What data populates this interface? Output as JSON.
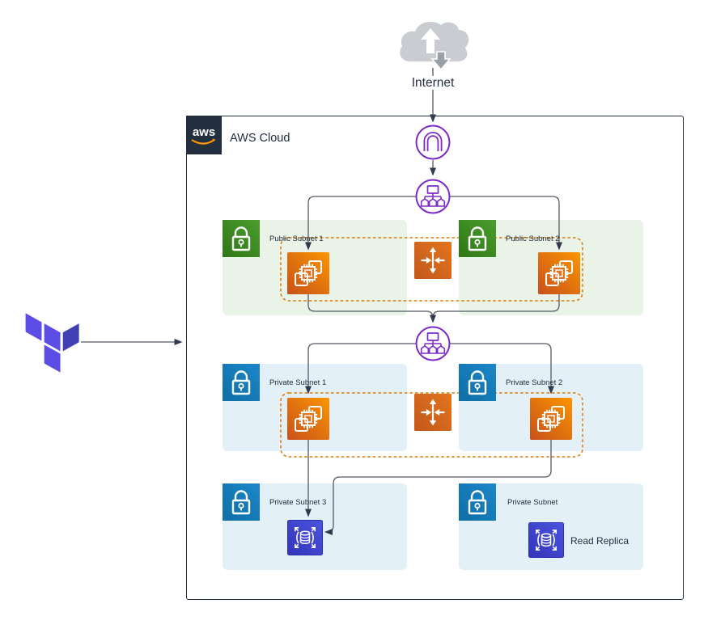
{
  "labels": {
    "internet": "Internet",
    "aws_cloud": "AWS Cloud",
    "aws_logo": "aws",
    "public_subnet_1": "Public Subnet 1",
    "public_subnet_2": "Public Subnet 2",
    "private_subnet_1": "Private Subnet 1",
    "private_subnet_2": "Private Subnet 2",
    "private_subnet_3": "Private Subnet 3",
    "private_subnet_4": "Private Subnet",
    "read_replica": "Read Replica"
  },
  "icons": {
    "internet-cloud-icon": "gray cloud with white upload arrow and gray down arrow",
    "internet-gateway-icon": "purple arch in circle",
    "load-balancer-icon": "purple network tree in circle",
    "public-subnet-lock-icon": "white padlock on green square",
    "private-subnet-lock-icon": "white padlock on blue square",
    "ec2-instances-icon": "white chip with stacked squares on orange square",
    "auto-scaling-icon": "white four-direction arrows on orange square",
    "rds-database-icon": "white database cylinder with scale arrows on indigo square",
    "terraform-logo": "three purple parallelograms",
    "aws-logo": "aws wordmark with orange smile"
  },
  "colors": {
    "aws_dark": "#232F3E",
    "ec2_orange_start": "#C8511B",
    "ec2_orange_end": "#FF9900",
    "autoscaling_orange": "#D2641A",
    "public_green": "#3F8624",
    "public_subnet_bg": "#E9F3E7",
    "private_blue": "#147EBA",
    "private_subnet_bg": "#E4F0F8",
    "rds_indigo": "#3B48CC",
    "elb_purple": "#7D2AC8",
    "connector_gray": "#545B64",
    "autoscaling_group_dashed": "#E07700",
    "terraform_purple": "#5C4EE5",
    "terraform_purple_dark": "#4040B2"
  }
}
